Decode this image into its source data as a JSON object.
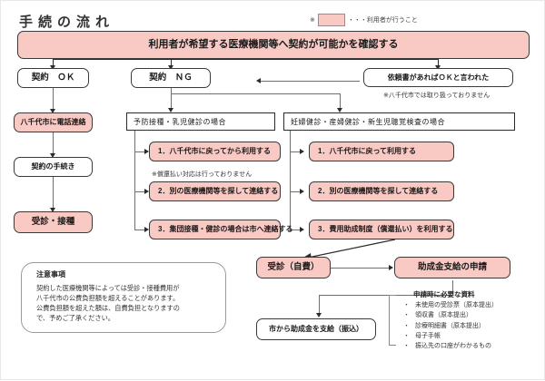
{
  "page": {
    "title": "手続の流れ",
    "legend": {
      "marker": "※",
      "swatch_color": "#f9c9c4",
      "text": "・・・利用者が行うこと"
    }
  },
  "flow": {
    "top_box": "利用者が希望する医療機関等へ契約が可能かを確認する",
    "branches": {
      "contract_ok": "契約　ＯＫ",
      "contract_ng": "契約　ＮＧ",
      "request_form_ok": "依頼書があればＯＫと言われた",
      "request_form_note": "※八千代市では取り扱っておりません"
    },
    "left_column": [
      {
        "label": "八千代市に電話連絡",
        "pink": true
      },
      {
        "label": "契約の手続き",
        "pink": false
      },
      {
        "label": "受診・接種",
        "pink": true
      }
    ],
    "middle_column": {
      "header": "予防接種・乳児健診の場合",
      "options": [
        "1．八千代市に戻ってから利用する",
        "2．別の医療機関等を探して連絡する",
        "3．集団接種・健診の場合は市へ連絡する"
      ],
      "note": "※償還払い対応は行っておりません"
    },
    "right_column": {
      "header": "妊婦健診・産婦健診・新生児聴覚検査の場合",
      "options": [
        "1．八千代市に戻って利用する",
        "2．別の医療機関等を探して連絡する",
        "3．費用助成制度（償還払い）を利用する"
      ]
    },
    "bottom": {
      "consult_self_pay": "受診（自費）",
      "subsidy_application": "助成金支給の申請",
      "payment_from_city": "市から助成金を支給（振込）"
    }
  },
  "caution": {
    "title": "注意事項",
    "body": "契約した医療機関等によっては受診・接種費用が\n八千代市の公費負担額を超えることがあります。\n公費負担額を超えた額は、自費負担となりますの\nで、予めご了承ください。"
  },
  "documents": {
    "title": "申請時に必要な資料",
    "items": [
      "未使用の受診票（原本提出）",
      "領収書（原本提出）",
      "診療明細書（原本提出）",
      "母子手帳",
      "振込先の口座がわかるもの"
    ]
  },
  "colors": {
    "pink_fill": "#f9c9c4",
    "box_border": "#3a3a3a",
    "line": "#6f6f6f",
    "text": "#1a1a1a"
  }
}
